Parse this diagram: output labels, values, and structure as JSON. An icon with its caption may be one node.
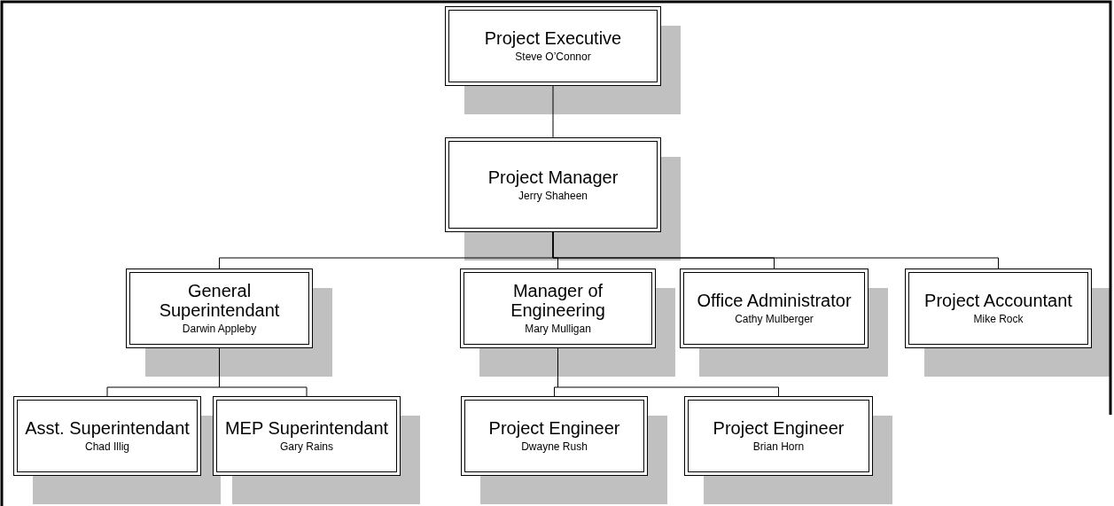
{
  "diagram": {
    "nodes": [
      {
        "text": [
          "Project Executive",
          "Steve O’Connor"
        ]
      },
      {
        "text": [
          "Project Manager",
          "Jerry Shaheen"
        ]
      },
      {
        "text": [
          "General Superintendant",
          "Darwin Appleby"
        ]
      },
      {
        "text": [
          "Manager of Engineering",
          "Mary Mulligan"
        ]
      },
      {
        "text": [
          "Office Administrator",
          "Cathy Mulberger"
        ]
      },
      {
        "text": [
          "Project Accountant",
          "Mike Rock"
        ]
      },
      {
        "text": [
          "Asst. Superintendant",
          "Chad Illig"
        ]
      },
      {
        "text": [
          "MEP Superintendant",
          "Gary Rains"
        ]
      },
      {
        "text": [
          "Project Engineer",
          "Dwayne Rush"
        ]
      },
      {
        "text": [
          "Project Engineer",
          "Brian Horn"
        ]
      }
    ],
    "edges": [
      {
        "from": 0,
        "to": 1,
        "arrow": "none"
      },
      {
        "from": 1,
        "to": 2,
        "arrow": "none"
      },
      {
        "from": 1,
        "to": 3,
        "arrow": "none"
      },
      {
        "from": 1,
        "to": 4,
        "arrow": "none"
      },
      {
        "from": 1,
        "to": 5,
        "arrow": "none"
      },
      {
        "from": 2,
        "to": 6,
        "arrow": "none"
      },
      {
        "from": 2,
        "to": 7,
        "arrow": "none"
      },
      {
        "from": 3,
        "to": 8,
        "arrow": "none"
      },
      {
        "from": 3,
        "to": 9,
        "arrow": "none"
      }
    ]
  }
}
